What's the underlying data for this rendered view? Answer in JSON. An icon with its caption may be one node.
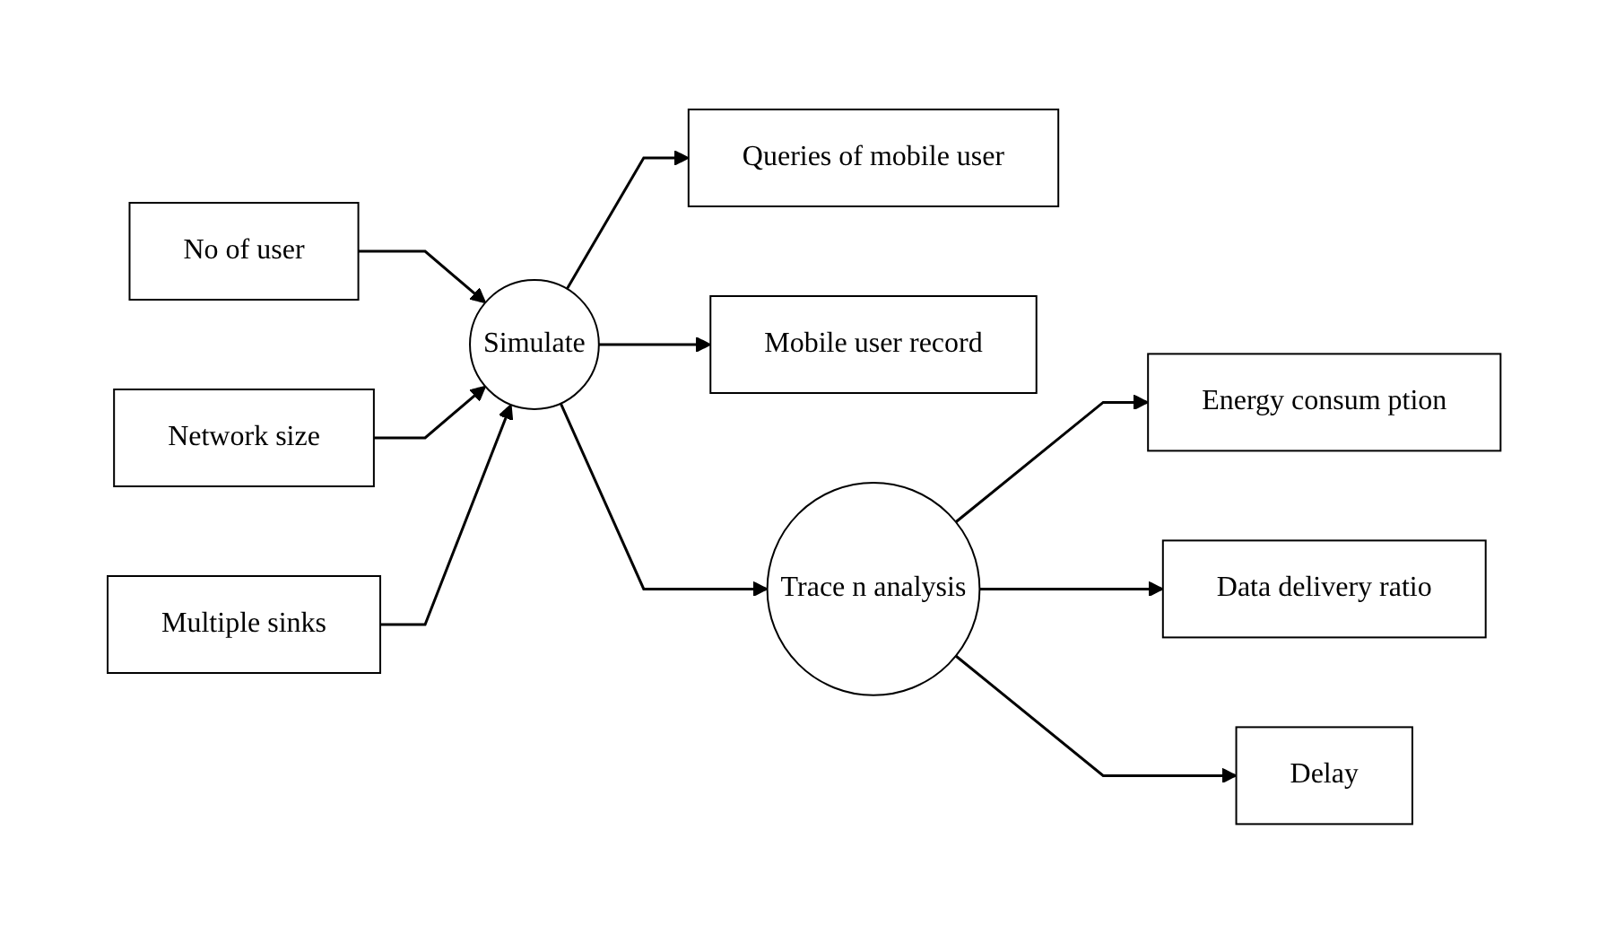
{
  "diagram": {
    "nodes": [
      {
        "text": [
          "No of user"
        ]
      },
      {
        "text": [
          "Network size"
        ]
      },
      {
        "text": [
          "Multiple sinks"
        ]
      },
      {
        "text": [
          "Simulate"
        ]
      },
      {
        "text": [
          "Queries of mobile user"
        ]
      },
      {
        "text": [
          "Mobile user record"
        ]
      },
      {
        "text": [
          "Trace n analysis"
        ]
      },
      {
        "text": [
          "Energy consum ption"
        ]
      },
      {
        "text": [
          "Data delivery ratio"
        ]
      },
      {
        "text": [
          "Delay"
        ]
      }
    ],
    "edges": [
      {
        "from": 0,
        "to": 3,
        "arrow": "to"
      },
      {
        "from": 1,
        "to": 3,
        "arrow": "to"
      },
      {
        "from": 2,
        "to": 3,
        "arrow": "to"
      },
      {
        "from": 3,
        "to": 4,
        "arrow": "to"
      },
      {
        "from": 3,
        "to": 5,
        "arrow": "to"
      },
      {
        "from": 3,
        "to": 6,
        "arrow": "to"
      },
      {
        "from": 6,
        "to": 7,
        "arrow": "to"
      },
      {
        "from": 6,
        "to": 8,
        "arrow": "to"
      },
      {
        "from": 6,
        "to": 9,
        "arrow": "to"
      }
    ]
  }
}
